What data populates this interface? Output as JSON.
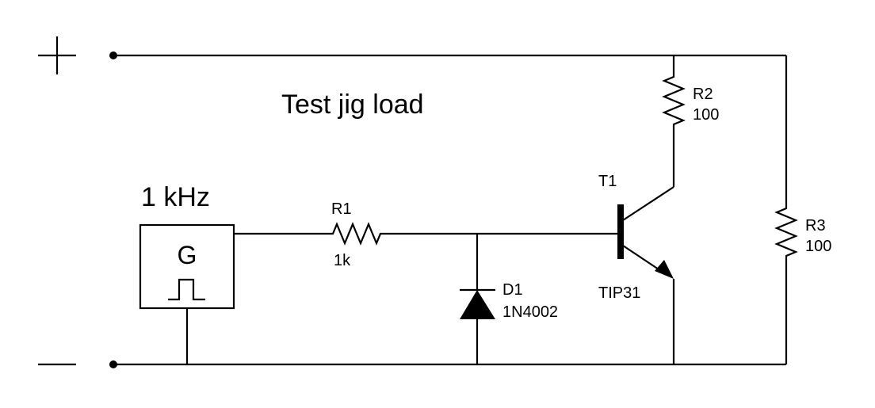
{
  "title": "Test jig load",
  "terminals": {
    "positive": "+",
    "negative": "−"
  },
  "generator": {
    "frequency": "1 kHz",
    "letter": "G",
    "icon": "square-pulse-icon"
  },
  "components": {
    "r1": {
      "ref": "R1",
      "value": "1k"
    },
    "r2": {
      "ref": "R2",
      "value": "100"
    },
    "r3": {
      "ref": "R3",
      "value": "100"
    },
    "d1": {
      "ref": "D1",
      "value": "1N4002"
    },
    "t1": {
      "ref": "T1",
      "value": "TIP31"
    }
  }
}
